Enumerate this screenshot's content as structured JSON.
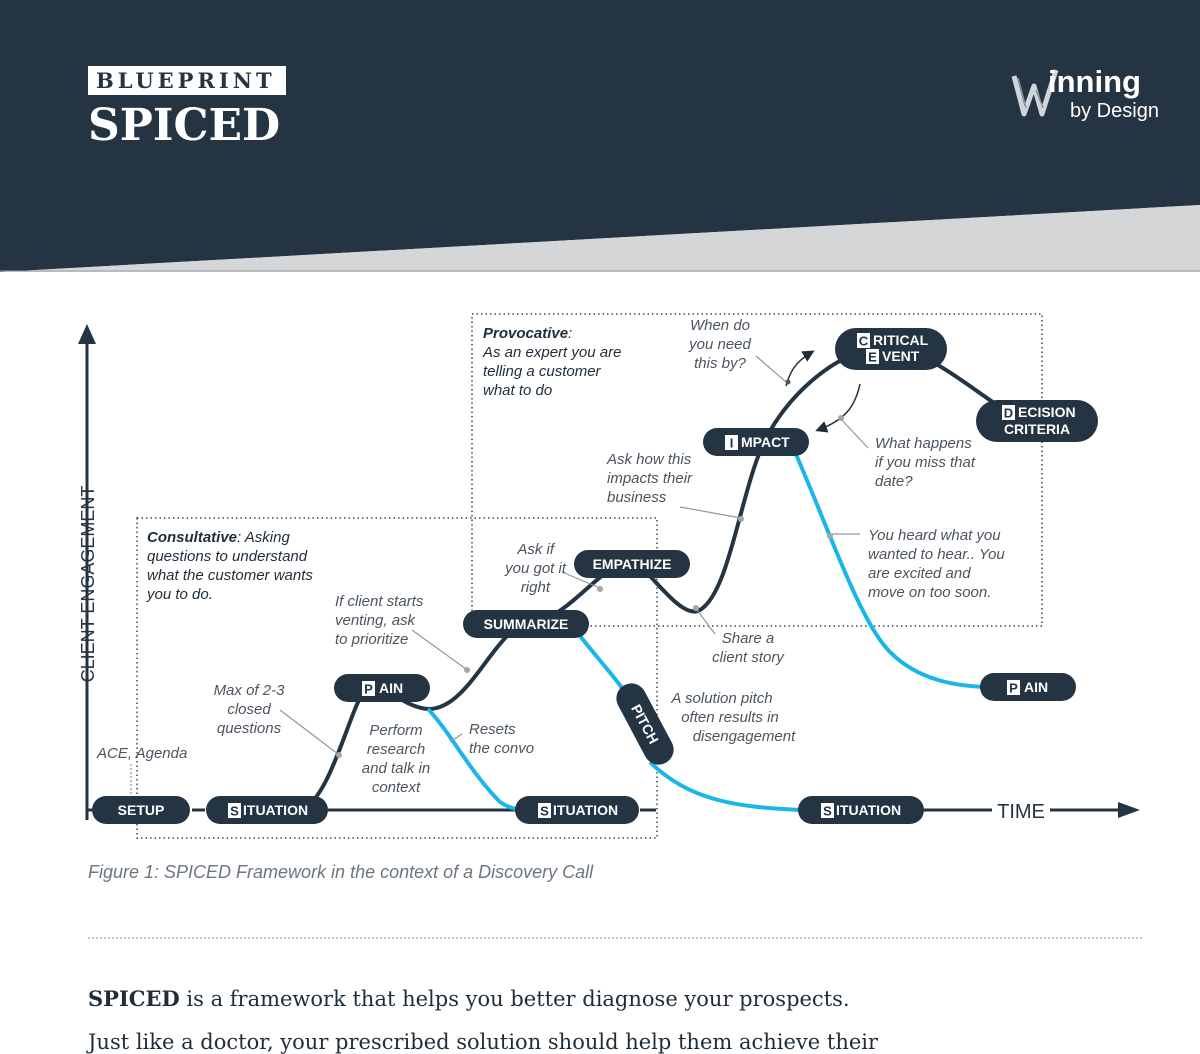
{
  "header": {
    "eyebrow": "BLUEPRINT",
    "title": "SPICED",
    "logo_text_1": "inning",
    "logo_text_2": "by Design"
  },
  "diagram": {
    "y_axis_label": "CLIENT ENGAGEMENT",
    "x_axis_label": "TIME",
    "regions": {
      "consultative_title": "Consultative",
      "consultative_lines": [
        ": Asking",
        "questions to understand",
        "what the customer wants",
        "you to do."
      ],
      "provocative_title": "Provocative",
      "provocative_lines": [
        ":",
        "As an expert you are",
        "telling a customer",
        "what to do"
      ]
    },
    "nodes": {
      "setup": "SETUP",
      "situation_1": {
        "letter": "S",
        "rest": "ITUATION"
      },
      "pain_1": {
        "letter": "P",
        "rest": "AIN"
      },
      "summarize": "SUMMARIZE",
      "empathize": "EMPATHIZE",
      "impact": {
        "letter": "I",
        "rest": "MPACT"
      },
      "critical_event": {
        "letter1": "C",
        "rest1": "RITICAL",
        "letter2": "E",
        "rest2": "VENT"
      },
      "decision_criteria": {
        "letter1": "D",
        "rest1": "ECISION",
        "line2": "CRITERIA"
      },
      "situation_2": {
        "letter": "S",
        "rest": "ITUATION"
      },
      "pitch": "PITCH",
      "situation_3": {
        "letter": "S",
        "rest": "ITUATION"
      },
      "pain_2": {
        "letter": "P",
        "rest": "AIN"
      }
    },
    "notes": {
      "ace_agenda": "ACE, Agenda",
      "max_questions": [
        "Max of 2-3",
        "closed",
        "questions"
      ],
      "if_client_venting": [
        "If client starts",
        "venting, ask",
        "to prioritize"
      ],
      "perform_research": [
        "Perform",
        "research",
        "and talk in",
        "context"
      ],
      "resets_convo": [
        "Resets",
        "the convo"
      ],
      "ask_if_right": [
        "Ask if",
        "you got it",
        "right"
      ],
      "share_story": [
        "Share a",
        "client story"
      ],
      "solution_pitch": [
        "A solution pitch",
        "often results in",
        "disengagement"
      ],
      "ask_impacts": [
        "Ask how this",
        "impacts their",
        "business"
      ],
      "when_need": [
        "When do",
        "you need",
        "this by?"
      ],
      "what_happens": [
        "What happens",
        "if you miss that",
        "date?"
      ],
      "you_heard": [
        "You heard what you",
        "wanted to hear.. You",
        "are excited and",
        "move on too soon."
      ]
    }
  },
  "caption": "Figure 1: SPICED Framework in the context of a Discovery Call",
  "body": {
    "intro_bold": "SPICED",
    "intro_rest": " is a framework that helps you better diagnose your prospects.",
    "second_line": "Just like a doctor, your prescribed solution should help them achieve their"
  },
  "colors": {
    "navy": "#243442",
    "cyan": "#1ab6e8",
    "note_gray": "#4a5560"
  }
}
